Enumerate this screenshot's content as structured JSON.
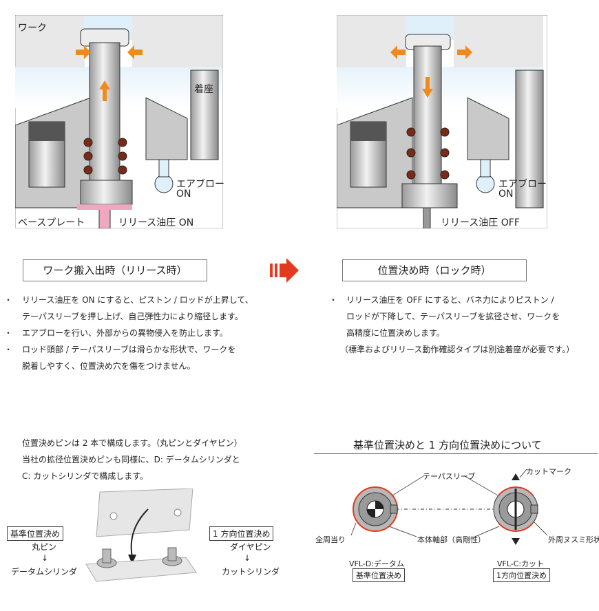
{
  "top_left": {
    "work": "ワーク",
    "seat": "着座",
    "air_blow": [
      "エアブロー",
      "ON"
    ],
    "base_plate": "ベースプレート",
    "release_oil": "リリース油圧 ON"
  },
  "top_right": {
    "air_blow": [
      "エアブロー",
      "ON"
    ],
    "release_oil": "リリース油圧 OFF"
  },
  "left_caption": "ワーク搬入出時（リリース時）",
  "right_caption": "位置決め時（ロック時）",
  "left_bullets": [
    {
      "bullet": "・",
      "lines": [
        "リリース油圧を ON にすると、ピストン / ロッドが上昇して、",
        "テーパスリーブを押し上げ、自己弾性力により縮径します。"
      ]
    },
    {
      "bullet": "・",
      "lines": [
        "エアブローを行い、外部からの異物侵入を防止します。"
      ]
    },
    {
      "bullet": "・",
      "lines": [
        "ロッド頭部 / テーパスリーブは滑らかな形状で、ワークを",
        "脱着しやすく、位置決め穴を傷をつけません。"
      ]
    }
  ],
  "right_bullets": [
    {
      "bullet": "・",
      "lines": [
        "リリース油圧を OFF にすると、バネ力によりピストン /",
        "ロッドが下降して、テーパスリーブを拡径させ、ワークを",
        "高精度に位置決めします。"
      ]
    }
  ],
  "right_note": "（標準およびリリース動作確認タイプは別途着座が必要です。）",
  "pin_desc": [
    "位置決めピンは 2 本で構成します。（丸ピンとダイヤピン）",
    "当社の拡径位置決めピンも同様に、D: データムシリンダと",
    "C: カットシリンダで構成します。"
  ],
  "pin_left": {
    "title": "基準位置決め",
    "lines": [
      "丸ピン",
      "↓",
      "データムシリンダ"
    ]
  },
  "pin_right": {
    "title": "1 方向位置決め",
    "lines": [
      "ダイヤピン",
      "↓",
      "カットシリンダ"
    ]
  },
  "section_title": "基準位置決めと 1 方向位置決めについて",
  "section_labels": {
    "taper_sleeve": "テーパスリーブ",
    "cut_mark": "カットマーク",
    "full_contact": "全周当り",
    "body_shaft": "本体軸部（高剛性）",
    "outer_shape": "外周ヌスミ形状",
    "vfl_d": "VFL-D:データム",
    "vfl_d_box": "基準位置決め",
    "vfl_c": "VFL-C:カット",
    "vfl_c_box": "1方向位置決め"
  },
  "colors": {
    "accent_orange": "#f08a1c",
    "arrow_red": "#e23a1e",
    "oil_pink": "#f0a8c0",
    "gray_body": "#c8c8c8"
  }
}
